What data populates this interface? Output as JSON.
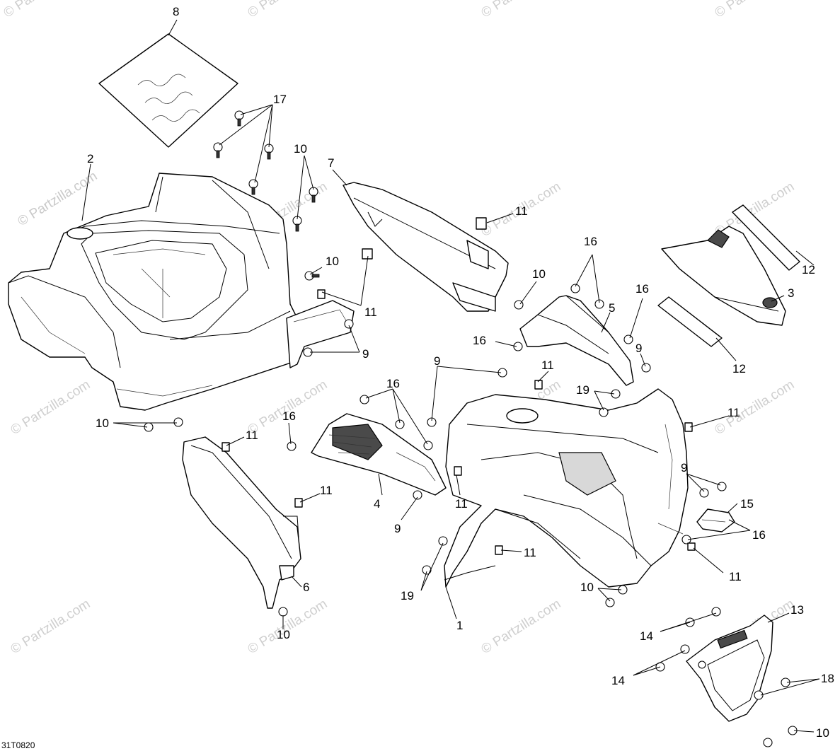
{
  "watermark": {
    "big": "© Partzilla.com",
    "small": "© Partzilla.com"
  },
  "drawing_code": "31T0820",
  "callouts": {
    "c1": "1",
    "c2": "2",
    "c3": "3",
    "c4": "4",
    "c5": "5",
    "c6": "6",
    "c7": "7",
    "c8": "8",
    "c9a": "9",
    "c9b": "9",
    "c9c": "9",
    "c9d": "9",
    "c9e": "9",
    "c10a": "10",
    "c10b": "10",
    "c10c": "10",
    "c10d": "10",
    "c10e": "10",
    "c10f": "10",
    "c10g": "10",
    "c11a": "11",
    "c11b": "11",
    "c11c": "11",
    "c11d": "11",
    "c11e": "11",
    "c11f": "11",
    "c11g": "11",
    "c11h": "11",
    "c11i": "11",
    "c12a": "12",
    "c12b": "12",
    "c13": "13",
    "c14a": "14",
    "c14b": "14",
    "c15": "15",
    "c16a": "16",
    "c16b": "16",
    "c16c": "16",
    "c16d": "16",
    "c16e": "16",
    "c17": "17",
    "c18": "18",
    "c19a": "19",
    "c19b": "19"
  }
}
